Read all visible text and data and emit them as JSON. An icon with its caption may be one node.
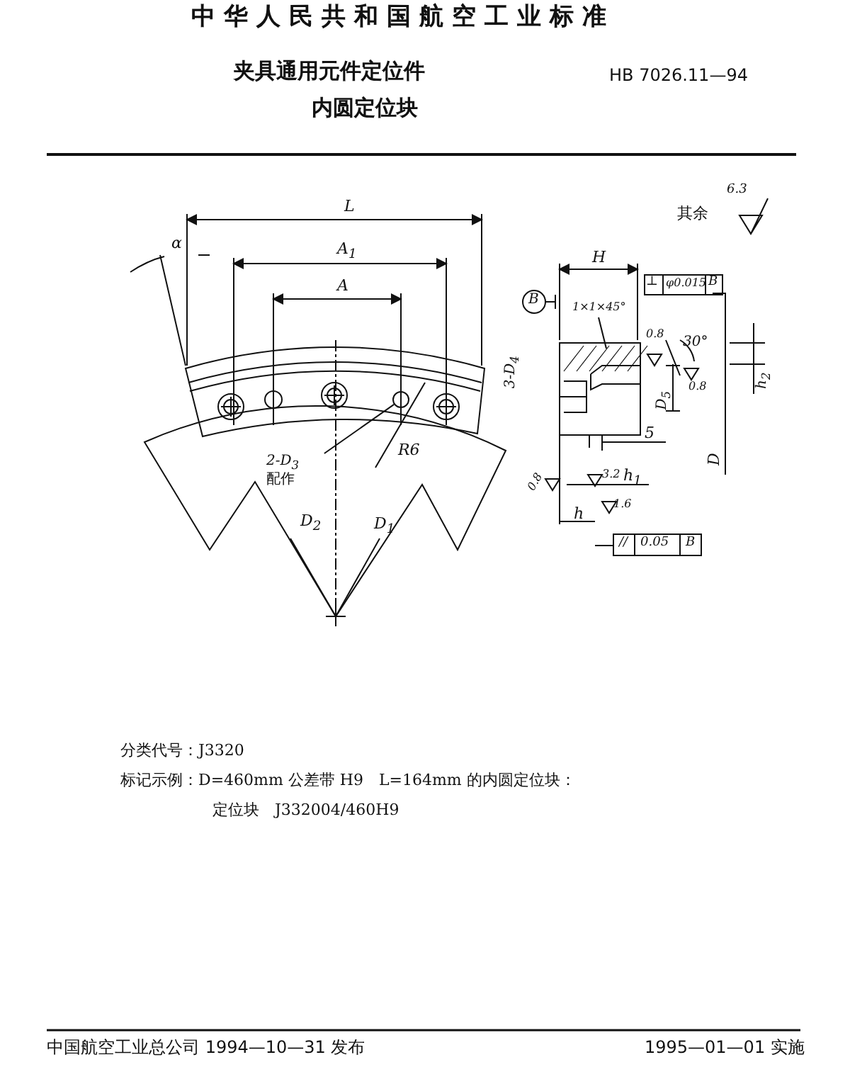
{
  "diagram": {
    "title": "夹具通用元件定位件",
    "nodes": [
      {
        "text": [
          "2-D$_{3}$",
          "配作"
        ]
      },
      {
        "text": [],
        "shape": "circle"
      },
      {
        "text": [
          "1×1×45°"
        ]
      }
    ],
    "edges": [
      {
        "from": 0,
        "to": 1,
        "arrow": "none"
      },
      {
        "from": 2,
        "to": null,
        "arrow": "none"
      }
    ],
    "labels": [
      "中华人民共和国航空工业标准",
      "内圆定位块",
      "HB 7026.11—94",
      "L",
      "A$_{1}$",
      "A",
      "α",
      "R6",
      "D$_{2}$",
      "D$_{1}$",
      "其余",
      "6.3",
      "H",
      "B",
      "⊥",
      "φ0.015",
      "B",
      "3-D$_{4}$",
      "30°",
      "0.8",
      "0.8",
      "D$_{5}$",
      "h$_{2}$",
      "5",
      "D",
      "3.2",
      "0.8",
      "h$_{1}$",
      "h",
      "1.6",
      "//",
      "0.05",
      "B",
      "分类代号：J3320",
      "标记示例：D=460mm 公差带 H9　L=164mm 的内圆定位块：",
      "定位块　J332004/460H9",
      "中国航空工业总公司 1994—10—31 发布",
      "1995—01—01 实施"
    ]
  }
}
